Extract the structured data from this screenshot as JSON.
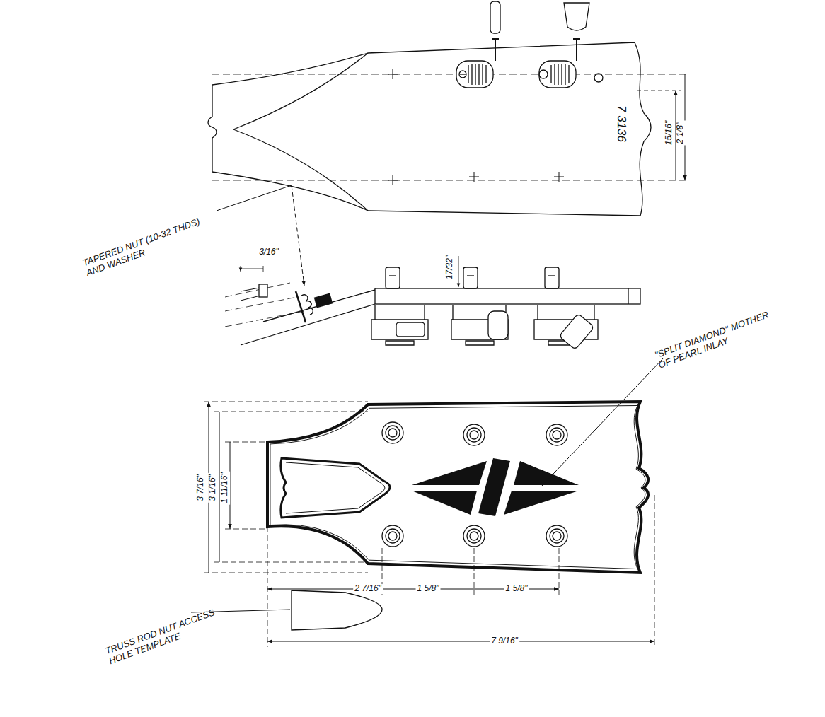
{
  "diagram": {
    "labels": [
      "7 3136",
      "15/16\"",
      "2 1/8\"",
      "TAPERED NUT (10-32 THDS) AND WASHER",
      "3/16\"",
      "17/32\"",
      "\"SPLIT DIAMOND\" MOTHER OF PEARL INLAY",
      "3 7/16\"",
      "3 1/16\"",
      "1 11/16\"",
      "2 7/16\"",
      "1 5/8\"",
      "1 5/8\"",
      "7 9/16\"",
      "TRUSS ROD NUT ACCESS HOLE TEMPLATE"
    ]
  }
}
